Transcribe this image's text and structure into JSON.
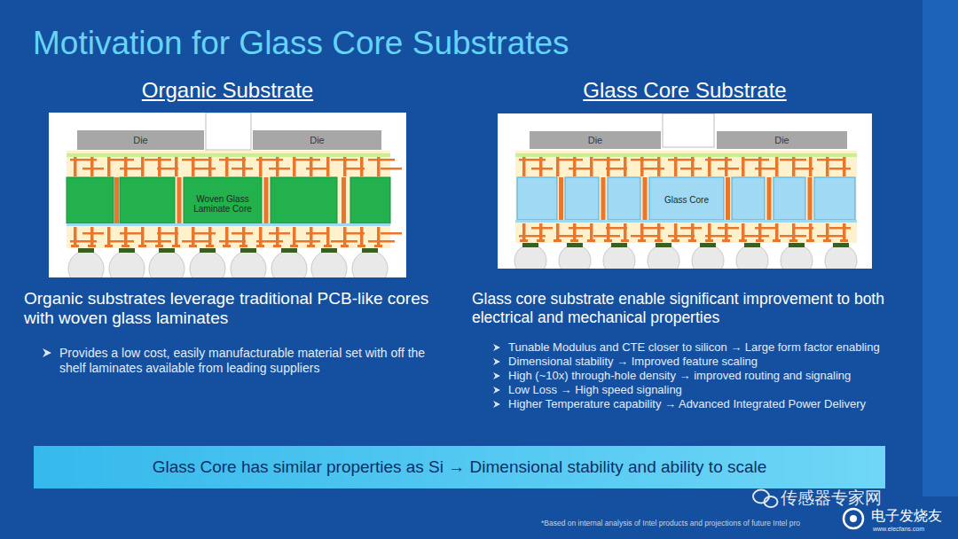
{
  "diagram": {
    "title": "Motivation for Glass Core Substrates",
    "nodes": [
      {
        "text": [
          "Organic Substrate"
        ]
      },
      {
        "text": [
          "Die"
        ],
        "in": 0
      },
      {
        "text": [
          "Die"
        ],
        "in": 0
      },
      {
        "text": [
          "Woven Glass Laminate Core"
        ],
        "in": 0
      },
      {
        "text": [
          "Glass Core Substrate"
        ]
      },
      {
        "text": [
          "Die"
        ],
        "in": 4
      },
      {
        "text": [
          "Die"
        ],
        "in": 4
      },
      {
        "text": [
          "Glass Core"
        ],
        "in": 4
      },
      {
        "text": [
          "Glass Core has similar properties as Si → Dimensional stability and ability to scale"
        ]
      }
    ],
    "labels": [
      "Organic substrates leverage traditional PCB-like cores with woven glass laminates",
      "Provides a low cost, easily manufacturable material set with off the shelf laminates available from leading suppliers",
      "Glass core substrate enable significant improvement to both electrical and mechanical properties",
      "Tunable Modulus and CTE closer to silicon → Large form factor enabling",
      "Dimensional stability → Improved feature scaling",
      "High (~10x) through-hole density → improved routing and signaling",
      "Low Loss → High speed signaling",
      "Higher Temperature capability → Advanced Integrated Power Delivery",
      "*Based on internal analysis of Intel products and projections of future Intel pro",
      "传感器专家网",
      "电子发烧友",
      "www.elecfans.com"
    ]
  }
}
